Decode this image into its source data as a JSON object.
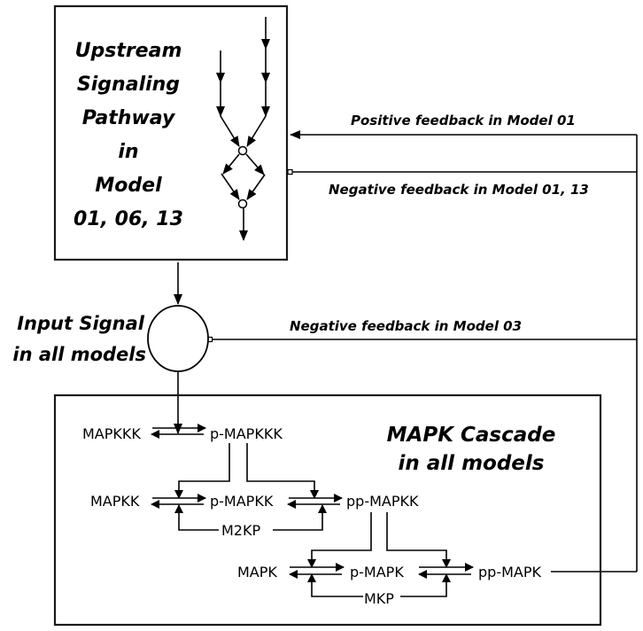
{
  "upstream_box": {
    "title_lines": [
      "Upstream",
      "Signaling",
      "Pathway",
      "in",
      "Model",
      "01, 06, 13"
    ]
  },
  "input_signal": {
    "label_lines": [
      "Input Signal",
      "in all models"
    ]
  },
  "feedback": {
    "positive_model01": "Positive feedback in Model 01",
    "negative_model01_13": "Negative feedback in Model 01, 13",
    "negative_model03": "Negative feedback in Model 03"
  },
  "cascade_box": {
    "title_lines": [
      "MAPK Cascade",
      "in all models"
    ]
  },
  "nodes": {
    "mapkkk": "MAPKKK",
    "p_mapkkk": "p-MAPKKK",
    "mapkk": "MAPKK",
    "p_mapkk": "p-MAPKK",
    "pp_mapkk": "pp-MAPKK",
    "m2kp": "M2KP",
    "mapk": "MAPK",
    "p_mapk": "p-MAPK",
    "pp_mapk": "pp-MAPK",
    "mkp": "MKP"
  }
}
